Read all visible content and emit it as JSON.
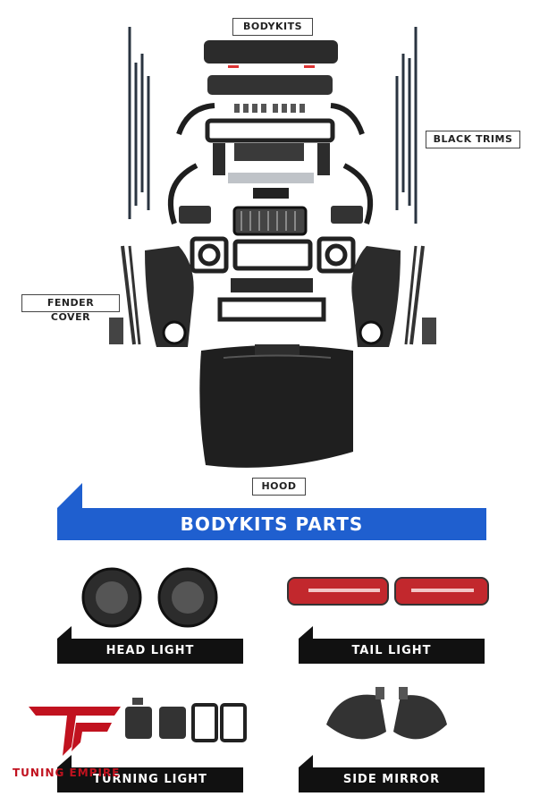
{
  "labels": {
    "bodykits": "BODYKITS",
    "black_trims": "BLACK TRIMS",
    "fender_cover": "FENDER COVER",
    "hood": "HOOD"
  },
  "banner": "BODYKITS PARTS",
  "parts": {
    "head_light": "HEAD LIGHT",
    "tail_light": "TAIL LIGHT",
    "turning_light": "TURNING LIGHT",
    "side_mirror": "SIDE MIRROR"
  },
  "logo": {
    "mark": "TE",
    "text": "TUNING EMPIRE"
  },
  "colors": {
    "accent_blue": "#1f5fcf",
    "label_black": "#111111",
    "logo_red": "#c1121f",
    "tail_red": "#c2282d"
  }
}
